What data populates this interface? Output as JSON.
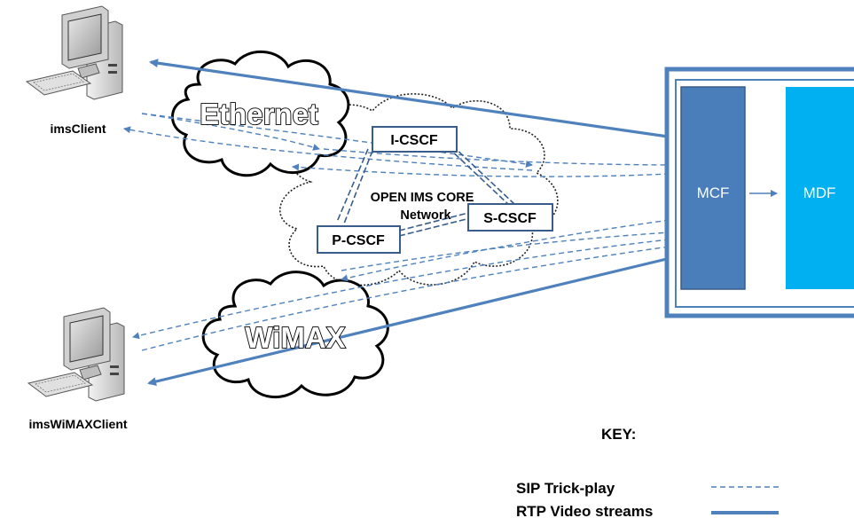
{
  "clients": {
    "top_label": "imsClient",
    "bottom_label": "imsWiMAXClient"
  },
  "networks": {
    "ethernet": "Ethernet",
    "wimax": "WiMAX"
  },
  "core": {
    "label_line1": "OPEN IMS CORE",
    "label_line2": "Network",
    "icscf": "I-CSCF",
    "pcscf": "P-CSCF",
    "scscf": "S-CSCF"
  },
  "server": {
    "mcf": "MCF",
    "mdf": "MDF"
  },
  "key": {
    "title": "KEY:",
    "sip": "SIP Trick-play",
    "rtp": "RTP Video streams"
  },
  "colors": {
    "rtp_line": "#4f81bd",
    "sip_line": "#4f81bd",
    "mcf_fill": "#4a7ebb",
    "mdf_fill": "#00b0f0",
    "server_border": "#4f81bd",
    "cscf_border": "#385d8a"
  },
  "icons": {
    "top_client": "desktop-computer-icon",
    "bottom_client": "desktop-computer-icon"
  }
}
